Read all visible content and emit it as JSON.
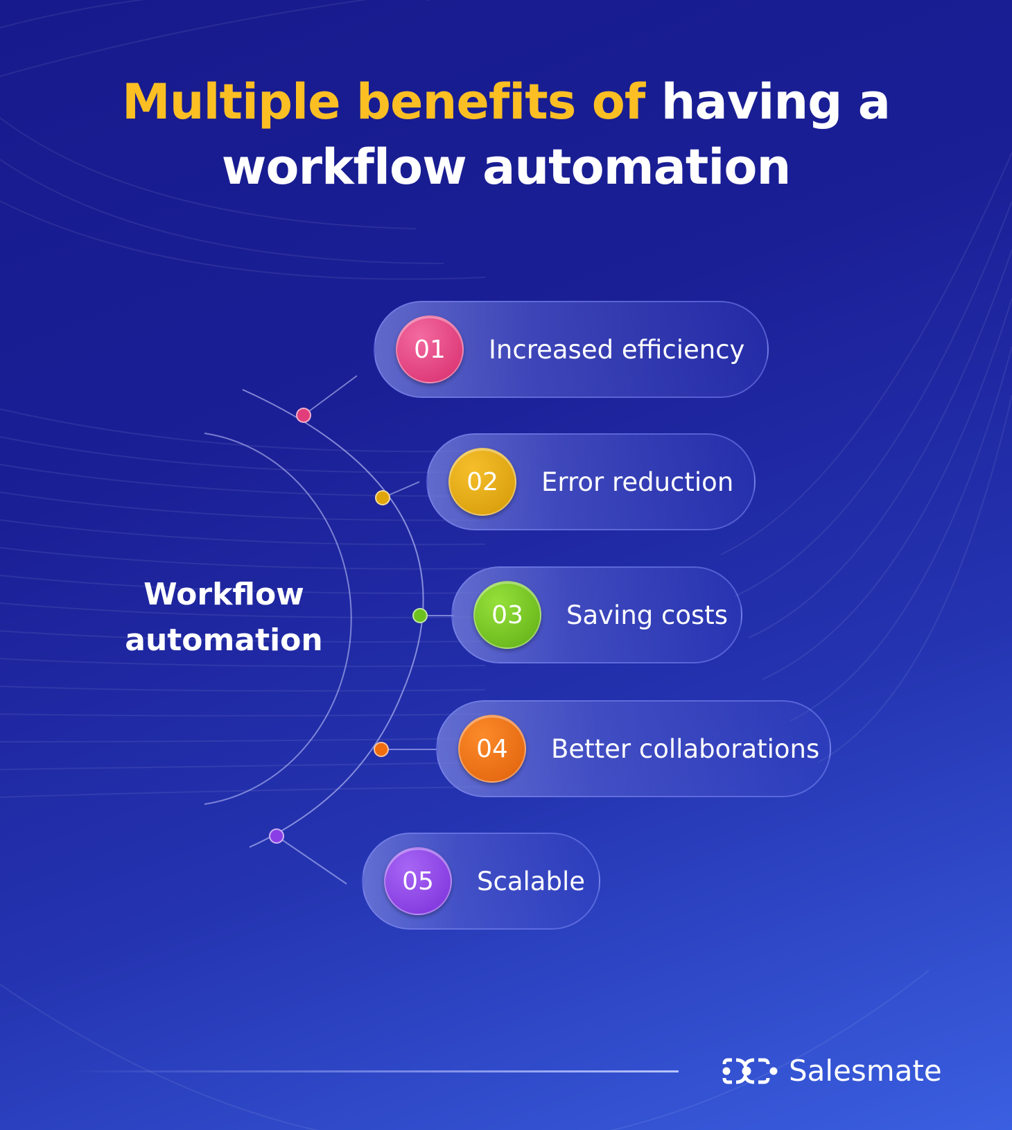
{
  "title": {
    "accent_text": "Multiple benefits of",
    "line1_rest": " having a",
    "line2": "workflow automation",
    "accent_color": "#fbbf24"
  },
  "center_label": {
    "line1": "Workflow",
    "line2": "automation"
  },
  "benefits": [
    {
      "number": "01",
      "label": "Increased efficiency",
      "color": "#e23e7b"
    },
    {
      "number": "02",
      "label": "Error reduction",
      "color": "#e0a50b"
    },
    {
      "number": "03",
      "label": "Saving costs",
      "color": "#6cc11f"
    },
    {
      "number": "04",
      "label": "Better collaborations",
      "color": "#ef6c0f"
    },
    {
      "number": "05",
      "label": "Scalable",
      "color": "#8a3fe6"
    }
  ],
  "brand": {
    "logo_icon": "salesmate-logo-icon",
    "name": "Salesmate"
  }
}
